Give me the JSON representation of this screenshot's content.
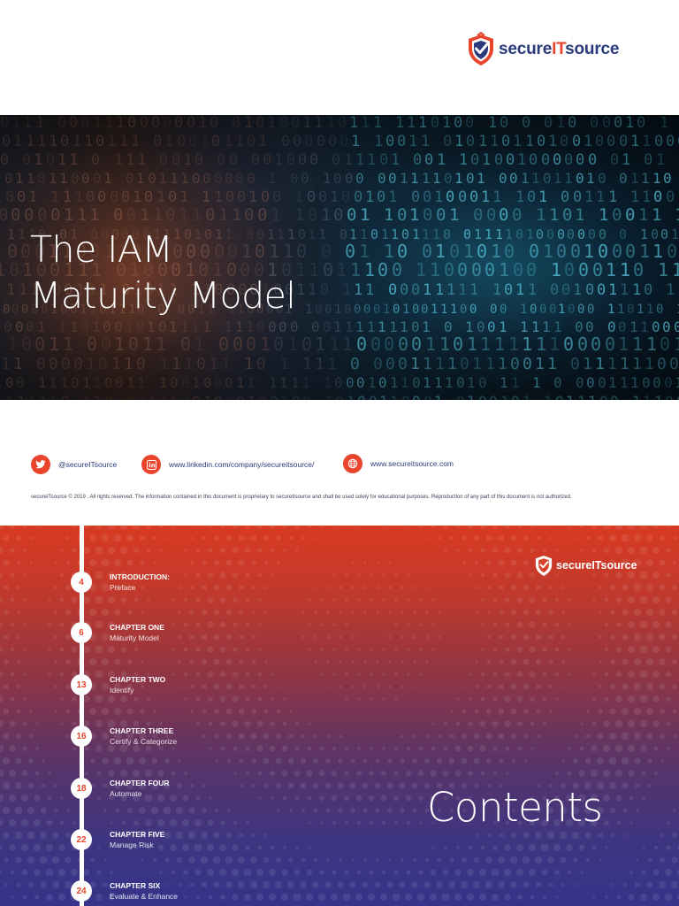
{
  "brand": {
    "name_part_a": "secure",
    "name_part_b": "IT",
    "name_part_c": "source",
    "accent_color": "#e8452c",
    "navy_color": "#2b3a7a"
  },
  "hero": {
    "title_line1": "The IAM",
    "title_line2": "Maturity Model"
  },
  "contacts": {
    "twitter": {
      "icon": "twitter-icon",
      "text": "@secureITsource"
    },
    "linkedin": {
      "icon": "linkedin-icon",
      "text": "www.linkedin.com/company/secureitsource/"
    },
    "website": {
      "icon": "globe-icon",
      "text": "www.secureitsource.com"
    }
  },
  "copyright": "secureITsource © 2019 . All rights reserved. The information contained in this document is proprietary to secureItsource and shall be used solely for educational purposes. Reproduction of any part of this document is not authorized.",
  "contents": {
    "title": "Contents",
    "items": [
      {
        "page": "4",
        "chapter": "INTRODUCTION:",
        "title": "Preface"
      },
      {
        "page": "6",
        "chapter": "CHAPTER ONE",
        "title": "Maturity Model"
      },
      {
        "page": "13",
        "chapter": "CHAPTER TWO",
        "title": "Identify"
      },
      {
        "page": "16",
        "chapter": "CHAPTER THREE",
        "title": "Certify & Categorize"
      },
      {
        "page": "18",
        "chapter": "CHAPTER FOUR",
        "title": "Automate"
      },
      {
        "page": "22",
        "chapter": "CHAPTER FIVE",
        "title": "Manage Risk"
      },
      {
        "page": "24",
        "chapter": "CHAPTER SIX",
        "title": "Evaluate & Enhance"
      }
    ]
  }
}
